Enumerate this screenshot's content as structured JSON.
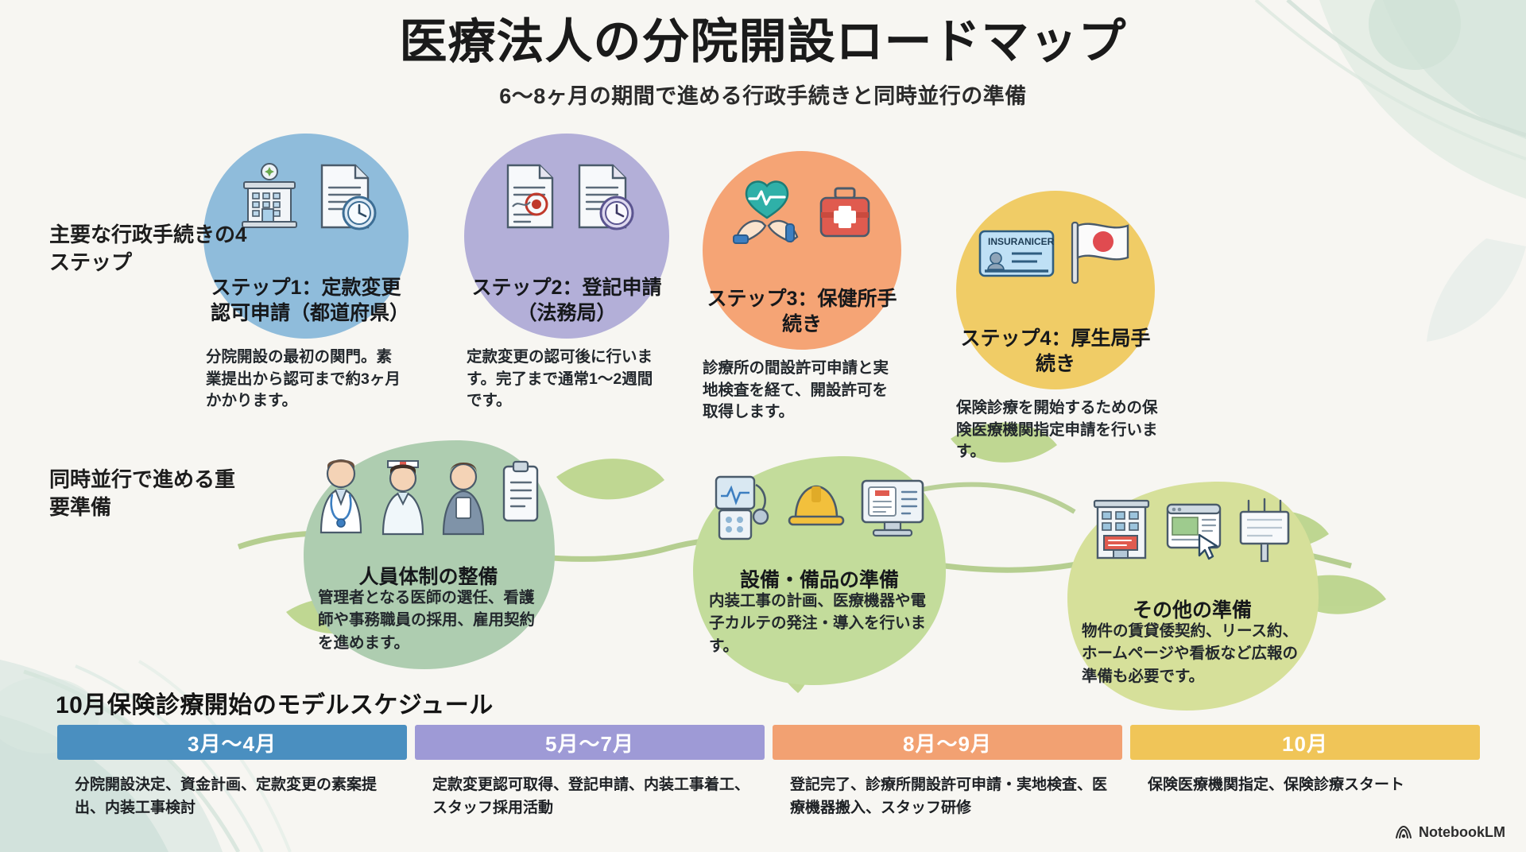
{
  "header": {
    "title": "医療法人の分院開設ロードマップ",
    "subtitle": "6〜8ヶ月の期間で進める行政手続きと同時並行の準備"
  },
  "row_labels": {
    "steps": "主要な行政手続きの4ステップ",
    "parallel": "同時並行で進める重要準備"
  },
  "steps": [
    {
      "title": "ステップ1：定款変更認可申請（都道府県）",
      "desc": "分院開設の最初の関門。素業提出から認可まで約3ヶ月かかります。",
      "color": "#8fbcdb",
      "icons": [
        "hospital-building-icon",
        "document-clock-icon"
      ]
    },
    {
      "title": "ステップ2：登記申請（法務局）",
      "desc": "定款変更の認可後に行います。完了まで通常1〜2週間です。",
      "color": "#b3afd8",
      "icons": [
        "document-stamp-icon",
        "document-clock-icon"
      ]
    },
    {
      "title": "ステップ3：保健所手続き",
      "desc": "診療所の間設許可申請と実地検査を経て、開設許可を取得します。",
      "color": "#f5a475",
      "icons": [
        "heart-in-hands-icon",
        "first-aid-kit-icon"
      ]
    },
    {
      "title": "ステップ4：厚生局手続き",
      "desc": "保険診療を開始するための保険医療機関指定申請を行います。",
      "color": "#f0cc66",
      "icons": [
        "insurance-card-icon",
        "japan-flag-icon"
      ]
    }
  ],
  "insurance_card_label": "INSURANICER",
  "leaves": [
    {
      "title": "人員体制の整備",
      "desc": "管理者となる医師の選任、看護師や事務職員の採用、雇用契約を進めます。",
      "color": "#aecdb0",
      "icons": [
        "doctor-icon",
        "nurse-icon",
        "staff-icon",
        "clipboard-icon"
      ]
    },
    {
      "title": "設備・備品の準備",
      "desc": "内装工事の計画、医療機器や電子カルテの発注・導入を行います。",
      "color": "#c3dc9b",
      "icons": [
        "medical-monitor-icon",
        "hard-hat-icon",
        "computer-record-icon"
      ]
    },
    {
      "title": "その他の準備",
      "desc": "物件の賃貸倭契約、リース約、ホームページや看板など広報の準備も必要です。",
      "color": "#d6e09a",
      "icons": [
        "building-icon",
        "webpage-cursor-icon",
        "signboard-icon"
      ]
    }
  ],
  "schedule": {
    "title": "10月保険診療開始のモデルスケジュール",
    "columns": [
      {
        "period": "3月〜4月",
        "color": "#4a8fc0",
        "tasks": "分院開設決定、資金計画、定款変更の素案提出、内装工事検討"
      },
      {
        "period": "5月〜7月",
        "color": "#9e9ad6",
        "tasks": "定款変更認可取得、登記申請、内装工事着工、スタッフ採用活動"
      },
      {
        "period": "8月〜9月",
        "color": "#f2a172",
        "tasks": "登記完了、診療所開設許可申請・実地検査、医療機器搬入、スタッフ研修"
      },
      {
        "period": "10月",
        "color": "#f0c558",
        "tasks": "保険医療機関指定、保険診療スタート"
      }
    ]
  },
  "footer": {
    "brand": "NotebookLM",
    "icon": "notebooklm-logo-icon"
  },
  "palette": {
    "background": "#f7f6f2",
    "blue": "#8fbcdb",
    "purple": "#b3afd8",
    "orange": "#f5a475",
    "gold": "#f0cc66",
    "leaf_green_1": "#aecdb0",
    "leaf_green_2": "#c3dc9b",
    "leaf_green_3": "#d6e09a"
  }
}
